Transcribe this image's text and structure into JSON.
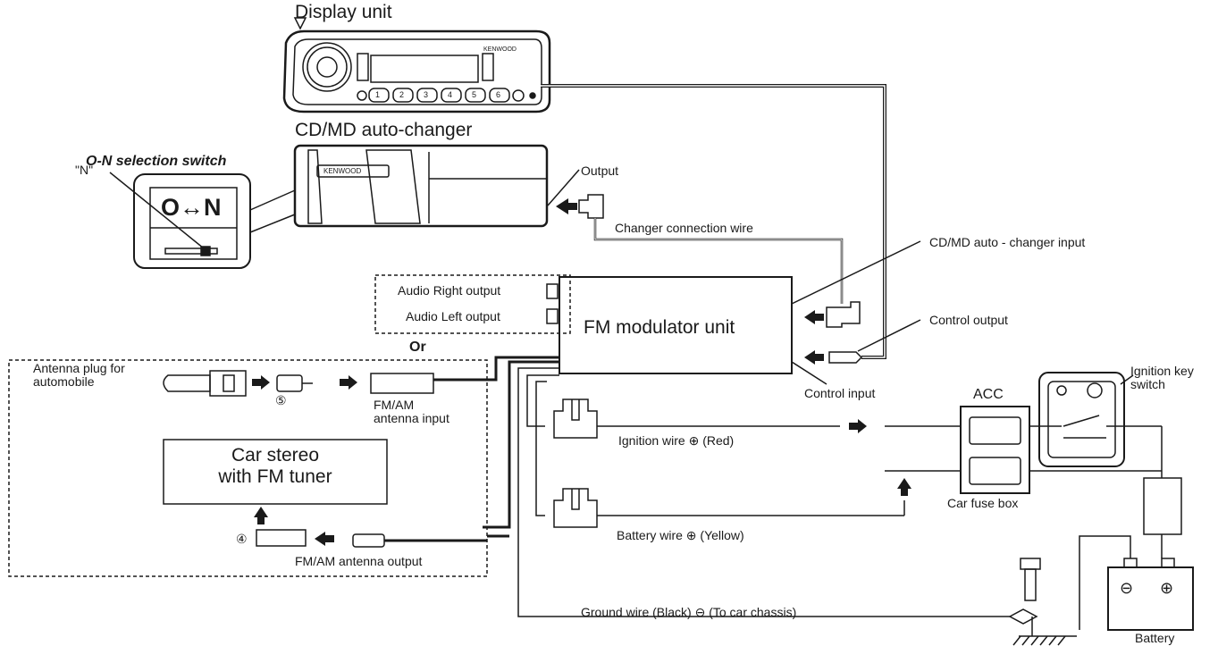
{
  "titles": {
    "display_unit": "Display unit",
    "changer": "CD/MD auto-changer",
    "selection_switch": "O-N selection switch",
    "switch_face": "O↔N",
    "switch_n": "\"N\"",
    "brand": "KENWOOD"
  },
  "modulator": {
    "name": "FM modulator unit",
    "audio_right": "Audio Right output",
    "audio_left": "Audio Left output",
    "or": "Or",
    "changer_input": "CD/MD auto - changer input",
    "control_output": "Control output",
    "control_input": "Control input",
    "output": "Output",
    "changer_wire": "Changer connection wire"
  },
  "antenna": {
    "plug": "Antenna plug for\nautomobile",
    "input": "FM/AM\nantenna input",
    "output": "FM/AM antenna output",
    "car_stereo": "Car stereo\nwith FM tuner",
    "step4": "④",
    "step5": "⑤"
  },
  "wiring": {
    "ignition": "Ignition wire ⊕ (Red)",
    "battery_wire": "Battery wire ⊕ (Yellow)",
    "ground": "Ground wire (Black) ⊖ (To car chassis)",
    "acc": "ACC",
    "fuse_box": "Car fuse box",
    "ignition_switch": "Ignition key\nswitch",
    "battery": "Battery",
    "minus": "⊖",
    "plus": "⊕"
  },
  "head_unit_buttons": [
    "1",
    "2",
    "3",
    "4",
    "5",
    "6"
  ]
}
